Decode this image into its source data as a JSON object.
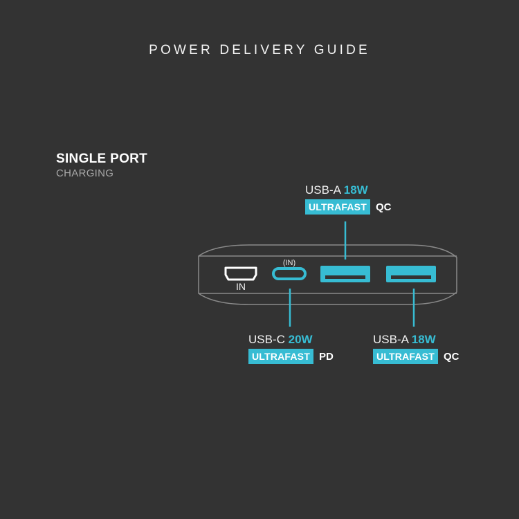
{
  "title": "POWER DELIVERY GUIDE",
  "section": {
    "title": "SINGLE PORT",
    "subtitle": "CHARGING"
  },
  "device": {
    "ports": [
      {
        "name": "micro-usb",
        "label": "IN"
      },
      {
        "name": "usb-c",
        "label": "(IN)"
      },
      {
        "name": "usb-a-1",
        "label": ""
      },
      {
        "name": "usb-a-2",
        "label": ""
      }
    ]
  },
  "callouts": [
    {
      "port": "USB-A",
      "watt": "18W",
      "badge": "ULTRAFAST",
      "protocol": "QC"
    },
    {
      "port": "USB-C",
      "watt": "20W",
      "badge": "ULTRAFAST",
      "protocol": "PD"
    },
    {
      "port": "USB-A",
      "watt": "18W",
      "badge": "ULTRAFAST",
      "protocol": "QC"
    }
  ],
  "colors": {
    "background": "#333333",
    "accent": "#37bcd3",
    "outline": "#8a8a8a"
  }
}
